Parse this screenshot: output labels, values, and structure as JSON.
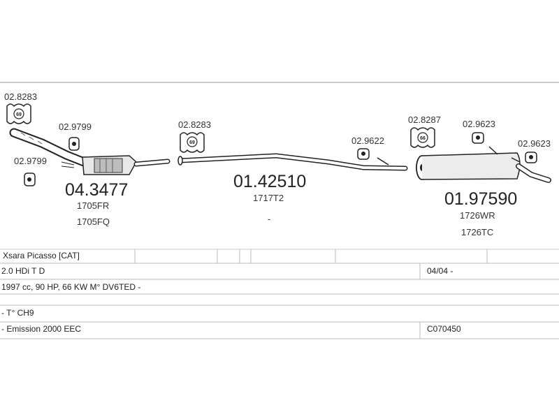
{
  "diagram": {
    "hangers": {
      "h1": "02.8283",
      "h1_badge": "69",
      "h2": "02.9799",
      "h3": "02.9799",
      "h4": "02.8283",
      "h4_badge": "69",
      "h5": "02.9622",
      "h6": "02.8287",
      "h6_badge": "66",
      "h7": "02.9623",
      "h8": "02.9623"
    },
    "parts": {
      "front": {
        "number": "04.3477",
        "refs": [
          "1705FR",
          "1705FQ"
        ]
      },
      "middle": {
        "number": "01.42510",
        "refs": [
          "1717T2",
          "-"
        ]
      },
      "rear": {
        "number": "01.97590",
        "refs": [
          "1726WR",
          "1726TC"
        ]
      }
    }
  },
  "info_table": {
    "model": "Xsara Picasso  [CAT]",
    "engine": "2.0 HDi T D",
    "date": "04/04 -",
    "spec": "1997 cc, 90 HP, 66 KW M° DV6TED -",
    "type": "- T° CH9",
    "emission": "- Emission 2000 EEC",
    "code": "C070450"
  }
}
